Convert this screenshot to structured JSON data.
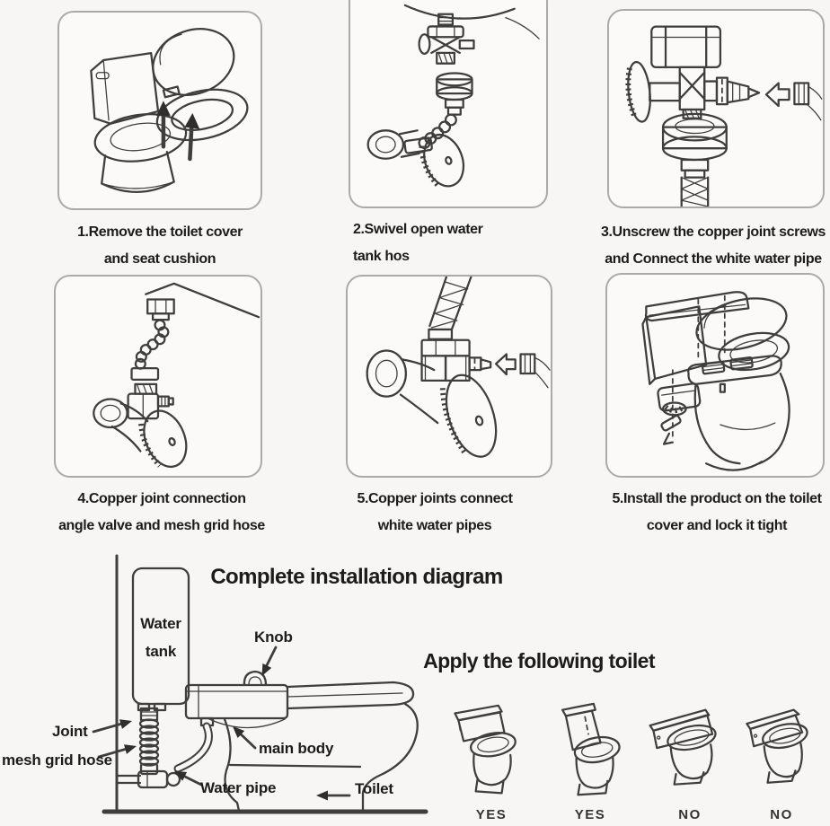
{
  "page": {
    "background": "#f7f6f4",
    "line_color": "#3e3e3e",
    "text_color": "#1c1c1c",
    "panel_border_color": "#aaaaaa"
  },
  "steps": [
    {
      "caption_line1": "1.Remove the toilet cover",
      "caption_line2": "and seat cushion"
    },
    {
      "caption_line1": "2.Swivel open water",
      "caption_line2": "tank hos"
    },
    {
      "caption_line1": "3.Unscrew the copper joint screws",
      "caption_line2": "and Connect the white water pipe"
    },
    {
      "caption_line1": "4.Copper joint connection",
      "caption_line2": "angle valve and mesh grid hose"
    },
    {
      "caption_line1": "5.Copper joints connect",
      "caption_line2": "white water pipes"
    },
    {
      "caption_line1": "5.Install the product on the toilet",
      "caption_line2": "cover and lock it tight"
    }
  ],
  "installation_diagram": {
    "title": "Complete installation diagram",
    "labels": {
      "water_tank_line1": "Water",
      "water_tank_line2": "tank",
      "knob": "Knob",
      "joint": "Joint",
      "mesh_grid_hose": "mesh grid hose",
      "main_body": "main body",
      "water_pipe": "Water pipe",
      "toilet": "Toilet"
    }
  },
  "compatibility": {
    "title": "Apply the following toilet",
    "items": [
      {
        "verdict": "YES"
      },
      {
        "verdict": "YES"
      },
      {
        "verdict": "NO"
      },
      {
        "verdict": "NO"
      }
    ]
  }
}
